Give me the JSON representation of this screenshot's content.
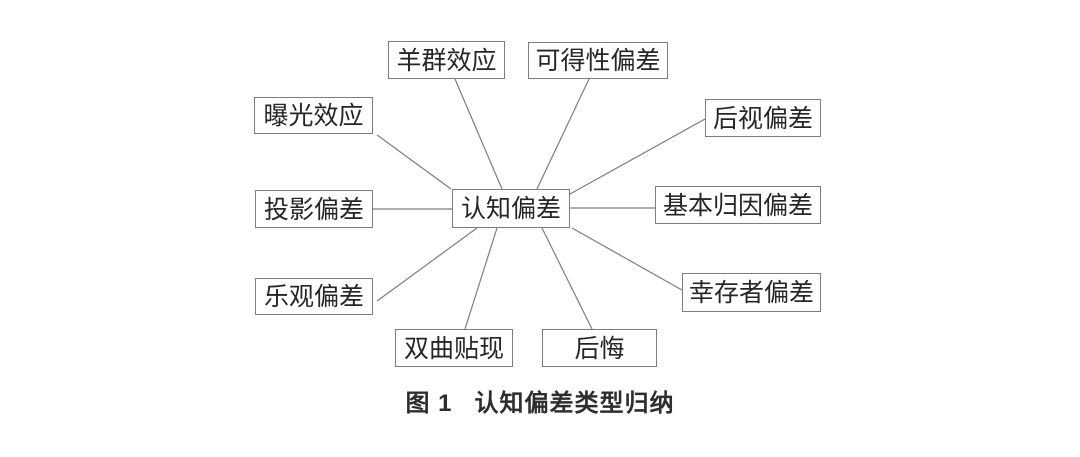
{
  "figure": {
    "caption": {
      "label": "图 1",
      "title": "认知偏差类型归纳"
    },
    "center_node": {
      "id": "cognitive-bias",
      "label": "认知偏差"
    },
    "nodes": [
      {
        "id": "herd-effect",
        "label": "羊群效应"
      },
      {
        "id": "availability-bias",
        "label": "可得性偏差"
      },
      {
        "id": "exposure-effect",
        "label": "曝光效应"
      },
      {
        "id": "hindsight-bias",
        "label": "后视偏差"
      },
      {
        "id": "projection-bias",
        "label": "投影偏差"
      },
      {
        "id": "fundamental-attribution-bias",
        "label": "基本归因偏差"
      },
      {
        "id": "optimism-bias",
        "label": "乐观偏差"
      },
      {
        "id": "survivorship-bias",
        "label": "幸存者偏差"
      },
      {
        "id": "hyperbolic-discounting",
        "label": "双曲贴现"
      },
      {
        "id": "regret",
        "label": "后悔"
      }
    ],
    "colors": {
      "background": "#ffffff",
      "box_border": "#7d7d7d",
      "connector_line": "#7d7d7d",
      "text": "#262626"
    }
  }
}
